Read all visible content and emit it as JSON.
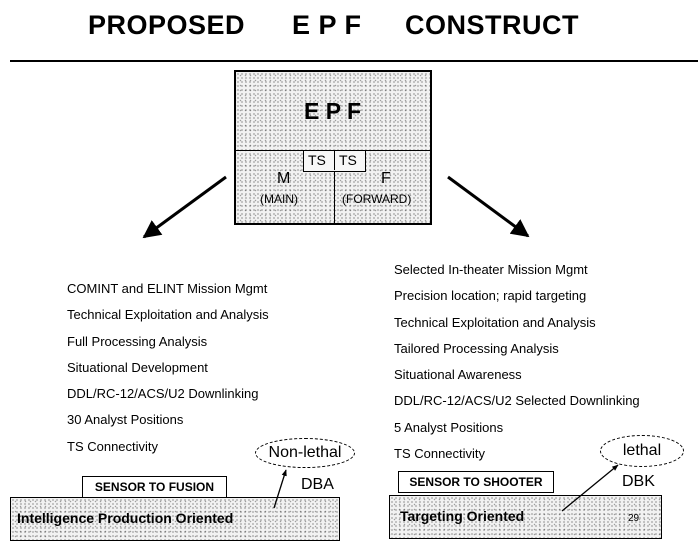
{
  "title": {
    "word1": "PROPOSED",
    "word2": "E P F",
    "word3": "CONSTRUCT"
  },
  "epf_box": {
    "label": "E P F",
    "ts_left": "TS",
    "ts_right": "TS",
    "main_letter": "M",
    "main_label": "(MAIN)",
    "forward_letter": "F",
    "forward_label": "(FORWARD)"
  },
  "left_list": [
    "COMINT and ELINT Mission Mgmt",
    "Technical Exploitation and Analysis",
    "Full Processing Analysis",
    "Situational Development",
    "DDL/RC-12/ACS/U2 Downlinking",
    "30 Analyst Positions",
    "TS Connectivity"
  ],
  "right_list": [
    "Selected In-theater Mission Mgmt",
    "Precision location; rapid targeting",
    "Technical Exploitation and Analysis",
    "Tailored Processing Analysis",
    "Situational Awareness",
    "DDL/RC-12/ACS/U2 Selected Downlinking",
    "5 Analyst Positions",
    "TS Connectivity"
  ],
  "left_bottom": {
    "tag": "SENSOR TO FUSION",
    "box_label": "Intelligence Production Oriented",
    "oval": "Non-lethal",
    "code": "DBA"
  },
  "right_bottom": {
    "tag": "SENSOR TO SHOOTER",
    "box_label": "Targeting Oriented",
    "oval": "lethal",
    "code": "DBK"
  },
  "page_number": "29"
}
